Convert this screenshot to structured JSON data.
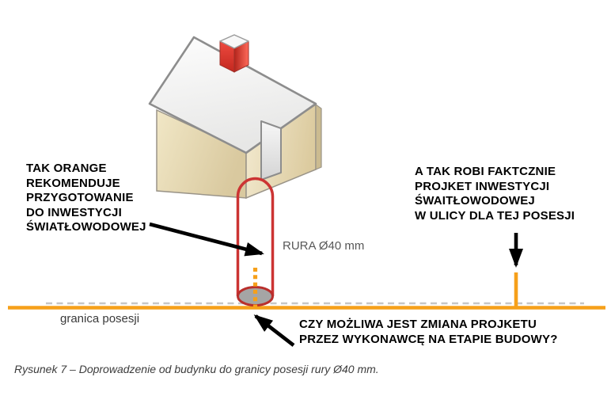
{
  "figure": {
    "caption": "Rysunek 7 – Doprowadzenie od budynku do granicy posesji rury Ø40 mm."
  },
  "annotations": {
    "recommendation": "TAK ORANGE\nREKOMENDUJE\nPRZYGOTOWANIE\nDO INWESTYCJI\nŚWIATŁOWODOWEJ",
    "reality": "A TAK ROBI FAKTCZNIE\nPROJKET INWESTYCJI\nŚWAITŁOWODOWEJ\nW ULICY DLA TEJ POSESJI",
    "question": "CZY MOŻLIWA JEST ZMIANA PROJKETU\nPRZEZ WYKONAWCĘ NA ETAPIE BUDOWY?"
  },
  "labels": {
    "pipe": "RURA Ø40 mm",
    "property_boundary": "granica posesji"
  },
  "colors": {
    "fiber_orange": "#F6A01A",
    "pipe_red": "#CC3433",
    "pipe_cap_red": "#B92F2C",
    "boundary_dash_gray": "#C6C6C6",
    "arrow_black": "#000000"
  }
}
